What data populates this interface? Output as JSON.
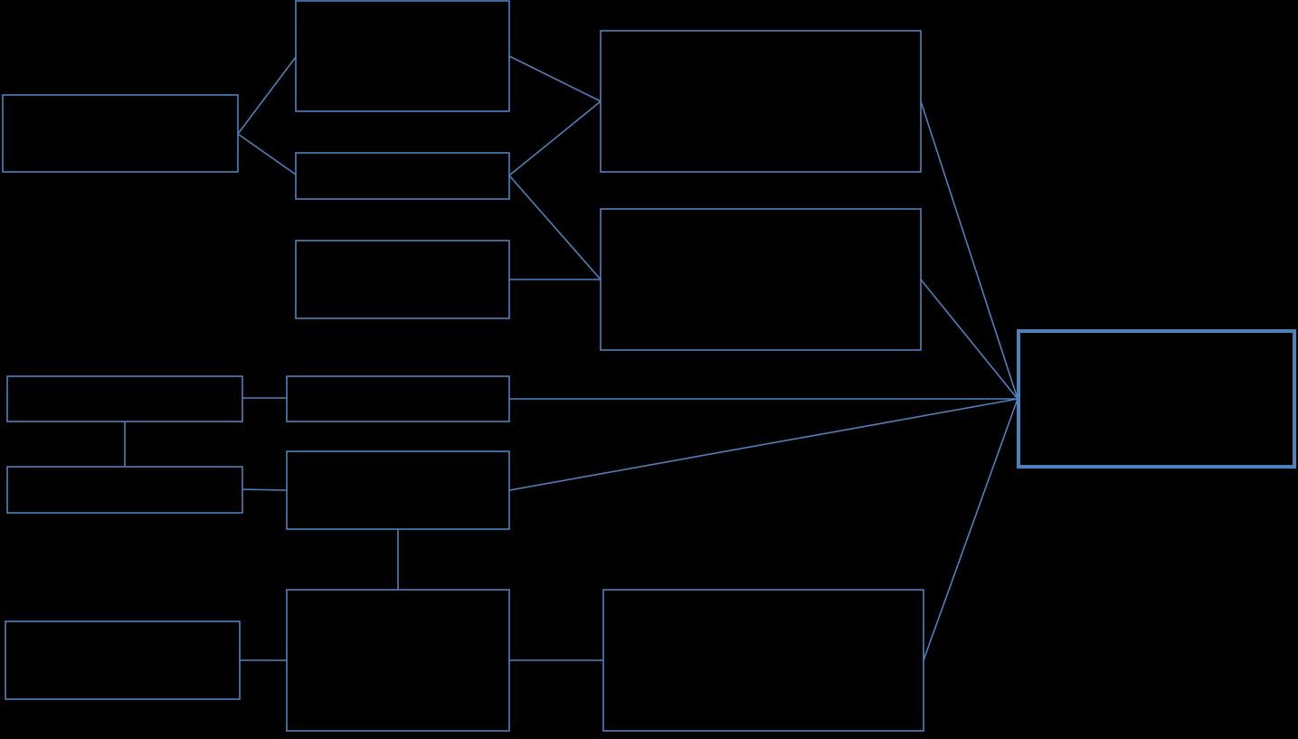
{
  "diagram": {
    "colors": {
      "background": "#000000",
      "stroke": "#4f81bd"
    },
    "nodes": [
      {
        "id": "n1",
        "name": "left-box-top",
        "label": "",
        "emphasis": false
      },
      {
        "id": "n2",
        "name": "mid-box-top",
        "label": "",
        "emphasis": false
      },
      {
        "id": "n3",
        "name": "mid-box-small",
        "label": "",
        "emphasis": false
      },
      {
        "id": "n4",
        "name": "mid-box-third",
        "label": "",
        "emphasis": false
      },
      {
        "id": "n5",
        "name": "wide-box-upper",
        "label": "",
        "emphasis": false
      },
      {
        "id": "n6",
        "name": "wide-box-middle",
        "label": "",
        "emphasis": false
      },
      {
        "id": "n7",
        "name": "left-bar-one",
        "label": "",
        "emphasis": false
      },
      {
        "id": "n8",
        "name": "left-bar-two",
        "label": "",
        "emphasis": false
      },
      {
        "id": "n9",
        "name": "mid-bar",
        "label": "",
        "emphasis": false
      },
      {
        "id": "n10",
        "name": "mid-box-center",
        "label": "",
        "emphasis": false
      },
      {
        "id": "n11",
        "name": "left-box-bottom",
        "label": "",
        "emphasis": false
      },
      {
        "id": "n12",
        "name": "mid-box-bottom",
        "label": "",
        "emphasis": false
      },
      {
        "id": "n13",
        "name": "wide-box-lower",
        "label": "",
        "emphasis": false
      },
      {
        "id": "n14",
        "name": "target-box",
        "label": "",
        "emphasis": true
      }
    ],
    "edges": [
      {
        "from": "n1",
        "to": "n2"
      },
      {
        "from": "n1",
        "to": "n3"
      },
      {
        "from": "n2",
        "to": "n5"
      },
      {
        "from": "n3",
        "to": "n5"
      },
      {
        "from": "n3",
        "to": "n6"
      },
      {
        "from": "n4",
        "to": "n6"
      },
      {
        "from": "n7",
        "to": "n9"
      },
      {
        "from": "n7",
        "to": "n8"
      },
      {
        "from": "n8",
        "to": "n10"
      },
      {
        "from": "n10",
        "to": "n12"
      },
      {
        "from": "n11",
        "to": "n12"
      },
      {
        "from": "n12",
        "to": "n13"
      },
      {
        "from": "n5",
        "to": "n14"
      },
      {
        "from": "n6",
        "to": "n14"
      },
      {
        "from": "n9",
        "to": "n14"
      },
      {
        "from": "n10",
        "to": "n14"
      },
      {
        "from": "n13",
        "to": "n14"
      }
    ]
  }
}
